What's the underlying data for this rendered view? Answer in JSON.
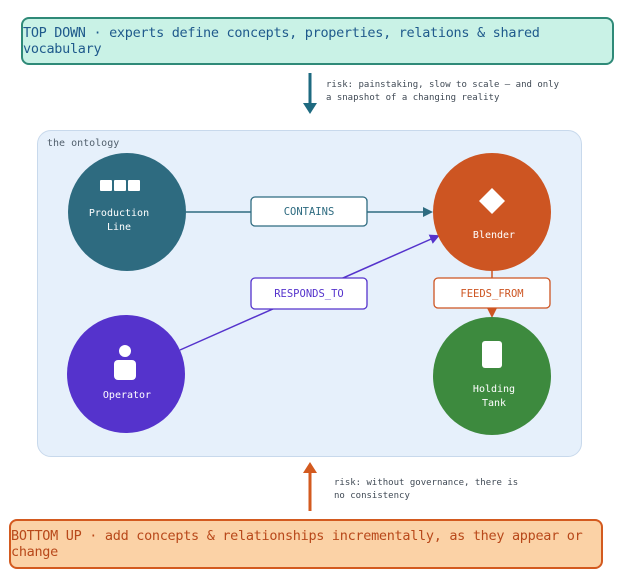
{
  "top_banner": {
    "text": "TOP DOWN · experts define concepts, properties, relations & shared vocabulary"
  },
  "top_risk": {
    "line1": "risk: painstaking, slow to scale — and only",
    "line2": "a snapshot of a changing reality"
  },
  "ontology": {
    "label": "the ontology",
    "nodes": {
      "production_line": {
        "line1": "Production",
        "line2": "Line",
        "color": "#2e6b80"
      },
      "blender": {
        "label": "Blender",
        "color": "#cd5522"
      },
      "operator": {
        "label": "Operator",
        "color": "#5533cc"
      },
      "holding_tank": {
        "line1": "Holding",
        "line2": "Tank",
        "color": "#3d8a3e"
      }
    },
    "edges": {
      "contains": "CONTAINS",
      "responds_to": "RESPONDS_TO",
      "feeds_from": "FEEDS_FROM"
    }
  },
  "bottom_risk": {
    "line1": "risk: without governance, there is",
    "line2": "no consistency"
  },
  "bottom_banner": {
    "text": "BOTTOM UP · add concepts & relationships incrementally, as they appear or change"
  },
  "colors": {
    "top_arrow": "#1e6a80",
    "bottom_arrow": "#d35a1f",
    "panel": "#e6f0fb"
  }
}
